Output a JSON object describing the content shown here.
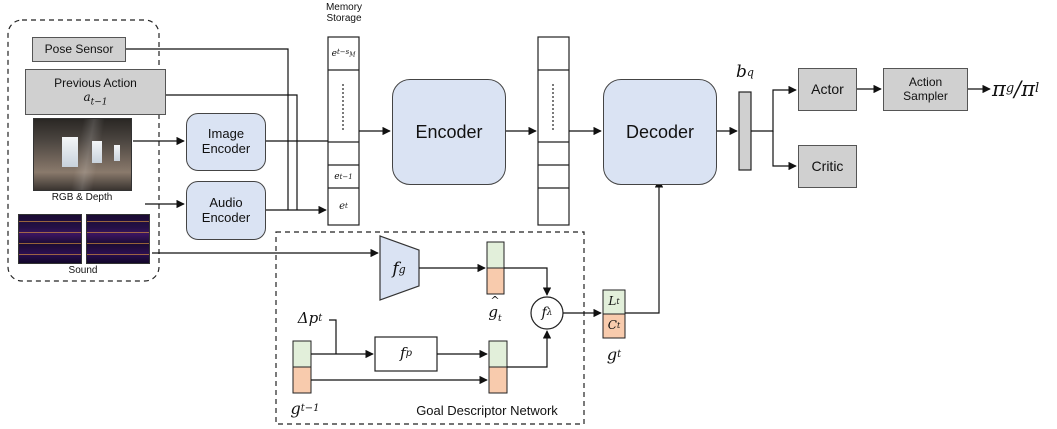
{
  "title": "",
  "inputs": {
    "pose_sensor": "Pose Sensor",
    "previous_action": "Previous Action",
    "previous_action_var": "a",
    "previous_action_sub": "t−1",
    "rgb_depth": "RGB & Depth",
    "sound": "Sound"
  },
  "encoders": {
    "image_encoder": "Image Encoder",
    "audio_encoder": "Audio Encoder"
  },
  "memory": {
    "title": "Memory Storage",
    "slot_top_var": "e",
    "slot_top_sub": "t−s",
    "slot_top_subsub": "M",
    "slot_mid_var": "e",
    "slot_mid_sub": "t−1",
    "slot_last_var": "e",
    "slot_last_sub": "t"
  },
  "transformer": {
    "encoder": "Encoder",
    "decoder": "Decoder"
  },
  "belief": {
    "var": "b",
    "sup": "q"
  },
  "heads": {
    "actor": "Actor",
    "critic": "Critic",
    "action_sampler": "Action Sampler",
    "policy": "π",
    "policy_sub1": "g",
    "policy_sep": "/π",
    "policy_sub2": "l"
  },
  "goal_network": {
    "label": "Goal Descriptor Network",
    "fg_var": "f",
    "fg_sub": "g",
    "fp_var": "f",
    "fp_sub": "p",
    "flambda_var": "f",
    "flambda_sub": "λ",
    "delta_p_var": "Δp",
    "delta_p_sub": "t",
    "ghat_var": "g",
    "ghat_sub": "t",
    "gprev_var": "g",
    "gprev_sub": "t−1",
    "g_var": "g",
    "g_sub": "t",
    "L_var": "L",
    "L_sub": "t",
    "C_var": "C",
    "C_sub": "t"
  },
  "colors": {
    "gray_box": "#d0d0d0",
    "blue_box": "#dae3f3",
    "green_cell": "#e2efda",
    "orange_cell": "#f8cbad",
    "arrow": "#111111"
  }
}
